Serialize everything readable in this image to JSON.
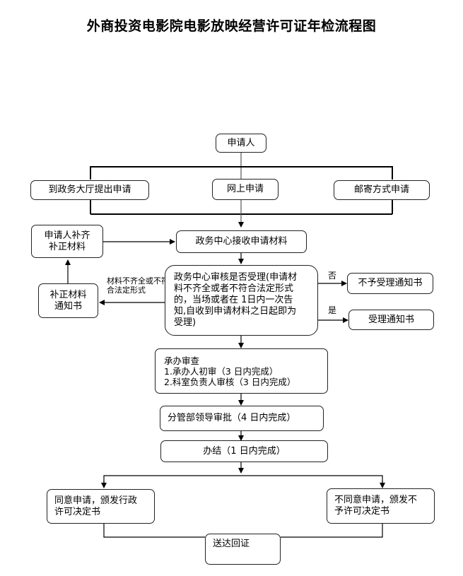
{
  "title": "外商投资电影院电影放映经营许可证年检流程图",
  "nodes": {
    "applicant": "申请人",
    "hall": "到政务大厅提出申请",
    "online": "网上申请",
    "mail": "邮寄方式申请",
    "supplement": [
      "申请人补齐",
      "补正材料"
    ],
    "receive": "政务中心接收申请材料",
    "correction_notice": [
      "补正材料",
      "通知书"
    ],
    "review": [
      "政务中心审核是否受理(申请材",
      "料不齐全或者不符合法定形式",
      "的，当场或者在 1日内一次告",
      "知,自收到申请材料之日起即为",
      "受理)"
    ],
    "reject_notice": "不予受理通知书",
    "accept_notice": "受理通知书",
    "handling": [
      "承办审查",
      "1.承办人初审（3 日内完成）",
      "2.科室负责人审核（3 日内完成）"
    ],
    "approval": "分管部领导审批（4 日内完成）",
    "complete": "办结（1 日内完成）",
    "approve_decision": [
      "同意申请，颁发行政",
      "许可决定书"
    ],
    "deny_decision": [
      "不同意申请，颁发不",
      "予许可决定书"
    ],
    "delivery": "送达回证"
  },
  "edge_labels": {
    "incomplete": [
      "材料不齐全或不符",
      "合法定形式"
    ],
    "no": "否",
    "yes": "是"
  }
}
